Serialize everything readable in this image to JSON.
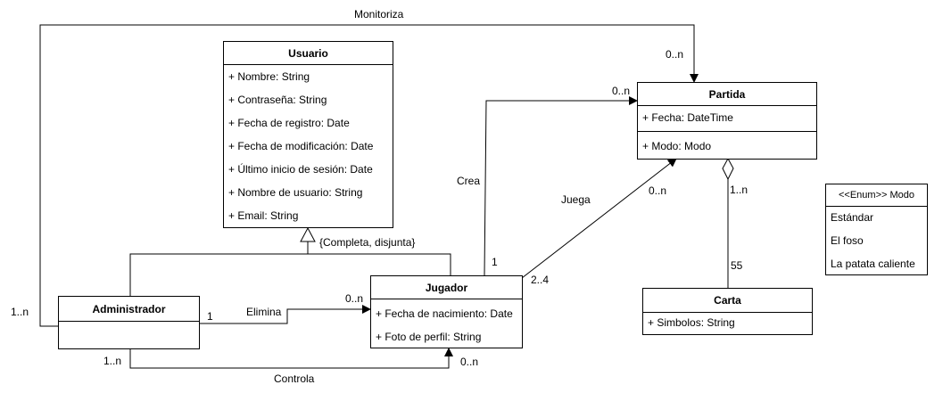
{
  "classes": {
    "usuario": {
      "name": "Usuario",
      "attributes": [
        "+ Nombre: String",
        "+ Contraseña: String",
        "+ Fecha de registro: Date",
        "+ Fecha de modificación: Date",
        "+ Último inicio de sesión: Date",
        "+ Nombre de usuario: String",
        "+ Email: String"
      ]
    },
    "partida": {
      "name": "Partida",
      "attributes": [
        "+ Fecha: DateTime"
      ],
      "methods": [
        "+ Modo: Modo"
      ]
    },
    "administrador": {
      "name": "Administrador"
    },
    "jugador": {
      "name": "Jugador",
      "attributes": [
        "+ Fecha de nacimiento: Date",
        "+ Foto de perfil: String"
      ]
    },
    "carta": {
      "name": "Carta",
      "attributes": [
        "+ Simbolos: String"
      ]
    },
    "modo": {
      "name": "<<Enum>> Modo",
      "values": [
        "Estándar",
        "El foso",
        "La patata caliente"
      ]
    }
  },
  "labels": {
    "monitoriza": "Monitoriza",
    "monitoriza_mult_partida": "0..n",
    "monitoriza_mult_admin": "1..n",
    "crea": "Crea",
    "crea_mult_partida": "0..n",
    "crea_mult_jugador": "1",
    "juega": "Juega",
    "juega_mult_partida": "0..n",
    "juega_mult_jugador": "2..4",
    "carta_mult_partida": "1..n",
    "carta_mult_carta": "55",
    "generalization": "{Completa, disjunta}",
    "elimina": "Elimina",
    "elimina_mult_admin": "1",
    "elimina_mult_jugador": "0..n",
    "controla": "Controla",
    "controla_mult_admin": "1..n",
    "controla_mult_jugador": "0..n"
  }
}
